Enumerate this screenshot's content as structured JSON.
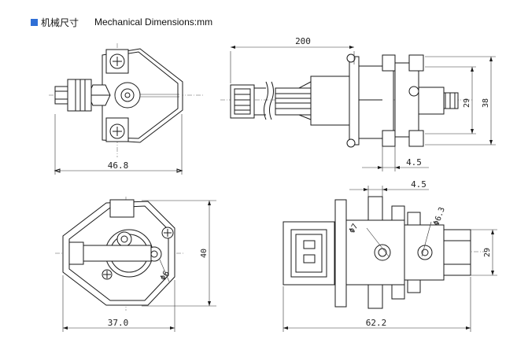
{
  "header": {
    "title_cn": "机械尺寸",
    "title_en": "Mechanical Dimensions:mm"
  },
  "dimensions": {
    "width_front_top": "46.8",
    "length_side_top": "200",
    "height_side_1": "29",
    "height_side_2": "38",
    "offset_side_top": "4.5",
    "height_front_bottom": "40",
    "width_front_bottom": "37.0",
    "hole_front_bottom": "Φ6",
    "offset_side_bottom": "4.5",
    "hole_side_bottom_1": "Φ7",
    "hole_side_bottom_2": "Φ6.3",
    "height_side_bottom": "29",
    "width_side_bottom": "62.2"
  },
  "colors": {
    "header_square": "#2f6fd6",
    "line": "#1a1a1a"
  }
}
